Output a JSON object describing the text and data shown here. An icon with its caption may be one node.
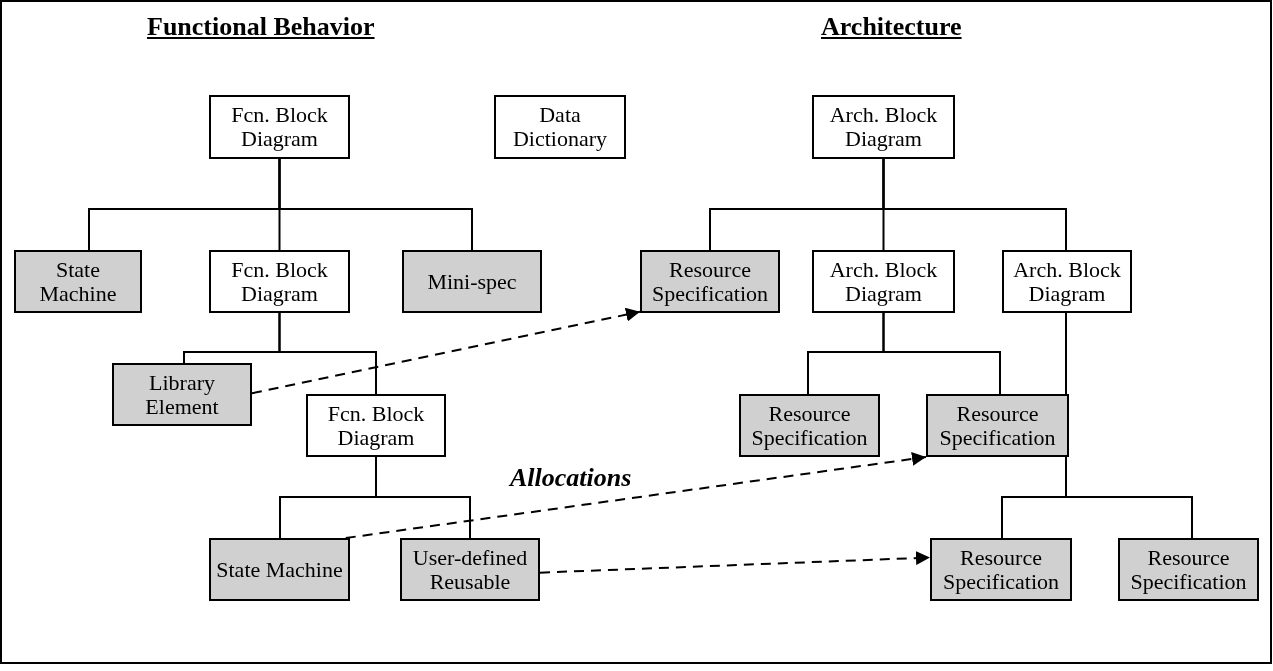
{
  "diagram": {
    "nodes": [
      {
        "text": [
          "Fcn. Block Diagram"
        ]
      },
      {
        "text": [
          "Data Dictionary"
        ]
      },
      {
        "text": [
          "Arch. Block Diagram"
        ]
      },
      {
        "text": [
          "State Machine"
        ]
      },
      {
        "text": [
          "Fcn. Block Diagram"
        ]
      },
      {
        "text": [
          "Mini-spec"
        ]
      },
      {
        "text": [
          "Resource Specification"
        ]
      },
      {
        "text": [
          "Arch. Block Diagram"
        ]
      },
      {
        "text": [
          "Arch. Block Diagram"
        ]
      },
      {
        "text": [
          "Library Element"
        ]
      },
      {
        "text": [
          "Fcn. Block Diagram"
        ]
      },
      {
        "text": [
          "Resource Specification"
        ]
      },
      {
        "text": [
          "Resource Specification"
        ]
      },
      {
        "text": [
          "State Machine"
        ]
      },
      {
        "text": [
          "User-defined Reusable"
        ]
      },
      {
        "text": [
          "Resource Specification"
        ]
      },
      {
        "text": [
          "Resource Specification"
        ]
      }
    ],
    "edges": [
      {
        "from": 0,
        "to": 3,
        "arrow": "none"
      },
      {
        "from": 0,
        "to": 4,
        "arrow": "none"
      },
      {
        "from": 0,
        "to": 5,
        "arrow": "none"
      },
      {
        "from": 4,
        "to": 9,
        "arrow": "none"
      },
      {
        "from": 4,
        "to": 10,
        "arrow": "none"
      },
      {
        "from": 10,
        "to": 13,
        "arrow": "none"
      },
      {
        "from": 10,
        "to": 14,
        "arrow": "none"
      },
      {
        "from": 2,
        "to": 6,
        "arrow": "none"
      },
      {
        "from": 2,
        "to": 7,
        "arrow": "none"
      },
      {
        "from": 2,
        "to": 8,
        "arrow": "none"
      },
      {
        "from": 7,
        "to": 11,
        "arrow": "none"
      },
      {
        "from": 7,
        "to": 12,
        "arrow": "none"
      },
      {
        "from": 8,
        "to": 15,
        "arrow": "none"
      },
      {
        "from": 8,
        "to": 16,
        "arrow": "none"
      },
      {
        "from": 9,
        "to": 6,
        "arrow": "to",
        "style": "dashed"
      },
      {
        "from": 13,
        "to": 12,
        "arrow": "to",
        "style": "dashed"
      },
      {
        "from": 14,
        "to": 15,
        "arrow": "to",
        "style": "dashed"
      }
    ],
    "labels": [
      "Functional Behavior",
      "Architecture",
      "Allocations"
    ]
  }
}
